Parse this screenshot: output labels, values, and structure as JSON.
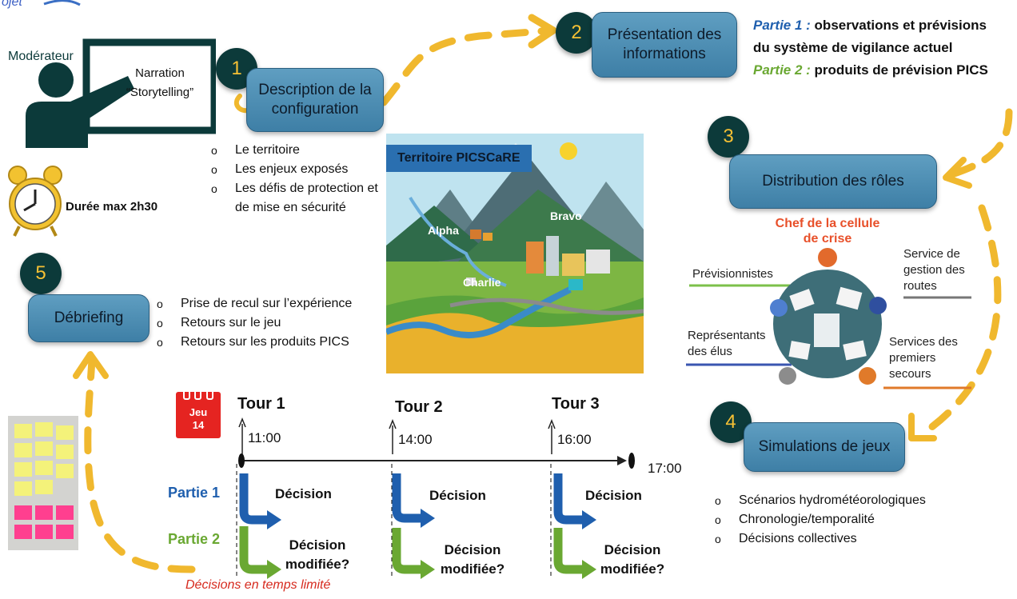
{
  "top_fragment": "ojet",
  "moderator": {
    "label": "Modérateur",
    "board_text": "Narration “Storytelling”"
  },
  "duration": "Durée max 2h30",
  "steps": [
    {
      "number": "1",
      "label": "Description de la configuration"
    },
    {
      "number": "2",
      "label": "Présentation des informations"
    },
    {
      "number": "3",
      "label": "Distribution des rôles"
    },
    {
      "number": "4",
      "label": "Simulations de jeux"
    },
    {
      "number": "5",
      "label": "Débriefing"
    }
  ],
  "step1_bullets": [
    "Le territoire",
    "Les enjeux exposés",
    "Les défis de protection et de mise en sécurité"
  ],
  "step5_bullets": [
    "Prise de recul sur l’expérience",
    "Retours sur le jeu",
    "Retours sur les produits PICS"
  ],
  "step4_bullets": [
    "Scénarios hydrométéorologiques",
    "Chronologie/temporalité",
    "Décisions collectives"
  ],
  "info_parts": {
    "p1_label": "Partie 1 :",
    "p1_text": "observations et prévisions",
    "p1_text2": "du système de vigilance actuel",
    "p2_label": "Partie 2 :",
    "p2_text": "produits de prévision PICS"
  },
  "territory": {
    "title": "Territoire PICSCaRE",
    "places": [
      "Alpha",
      "Bravo",
      "Charlie"
    ]
  },
  "roles": {
    "chef": "Chef de la cellule de crise",
    "previsionnistes": "Prévisionnistes",
    "service_routes": "Service de gestion des routes",
    "representants": "Représentants des élus",
    "secours": "Services des premiers secours"
  },
  "calendar": {
    "day": "Jeu",
    "date": "14"
  },
  "timeline": {
    "tours": [
      "Tour 1",
      "Tour 2",
      "Tour 3"
    ],
    "times": [
      "11:00",
      "14:00",
      "16:00"
    ],
    "end_time": "17:00",
    "partie1": "Partie 1",
    "partie2": "Partie 2",
    "decision": "Décision",
    "decision_mod": "Décision modifiée?",
    "footer": "Décisions en temps limité"
  },
  "colors": {
    "accent_yellow": "#f0b82e",
    "step_box": "#4b8cb3",
    "partie1": "#1f5fae",
    "partie2": "#6aa832",
    "chef": "#e8502a",
    "footer": "#d62a1e"
  }
}
